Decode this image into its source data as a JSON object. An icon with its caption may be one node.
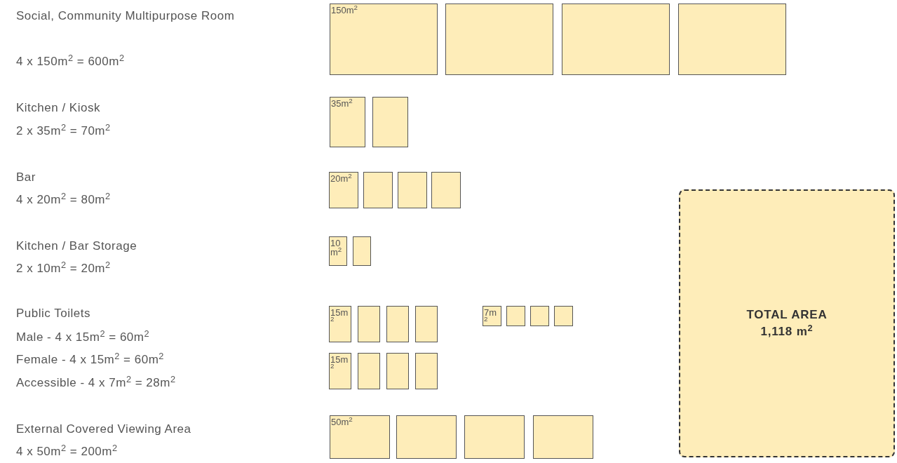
{
  "diagram": {
    "nodes": [
      {
        "text": [
          "150m$^{2}$"
        ]
      },
      {
        "text": [],
        "shape": "box"
      },
      {
        "text": [],
        "shape": "box"
      },
      {
        "text": [],
        "shape": "box"
      },
      {
        "text": [
          "35m$^{2}$"
        ]
      },
      {
        "text": [],
        "shape": "box"
      },
      {
        "text": [
          "20m$^{2}$"
        ]
      },
      {
        "text": [],
        "shape": "box"
      },
      {
        "text": [],
        "shape": "box"
      },
      {
        "text": [],
        "shape": "box"
      },
      {
        "text": [
          "10m$^{2}$"
        ]
      },
      {
        "text": [],
        "shape": "box"
      },
      {
        "text": [
          "15m$^{2}$"
        ]
      },
      {
        "text": [],
        "shape": "box"
      },
      {
        "text": [],
        "shape": "box"
      },
      {
        "text": [],
        "shape": "box"
      },
      {
        "text": [
          "7m$^{2}$"
        ]
      },
      {
        "text": [],
        "shape": "box"
      },
      {
        "text": [],
        "shape": "box"
      },
      {
        "text": [],
        "shape": "box"
      },
      {
        "text": [
          "15m$^{2}$"
        ]
      },
      {
        "text": [],
        "shape": "box"
      },
      {
        "text": [],
        "shape": "box"
      },
      {
        "text": [],
        "shape": "box"
      },
      {
        "text": [
          "50m$^{2}$"
        ]
      },
      {
        "text": [],
        "shape": "box"
      },
      {
        "text": [],
        "shape": "box"
      },
      {
        "text": [],
        "shape": "box"
      },
      {
        "text": [
          "TOTAL AREA",
          "1,118 m$^{2}$"
        ]
      }
    ],
    "labels": [
      "Social, Community Multipurpose Room",
      "4 x 150m$^{2}$ = 600m$^{2}$",
      "Kitchen / Kiosk",
      "2 x 35m$^{2}$ = 70m$^{2}$",
      "Bar",
      "4 x 20m$^{2}$ = 80m$^{2}$",
      "Kitchen / Bar Storage",
      "2 x 10m$^{2}$ = 20m$^{2}$",
      "Public Toilets",
      "Male - 4 x 15m$^{2}$ = 60m$^{2}$",
      "Female - 4 x 15m$^{2}$ = 60m$^{2}$",
      "Accessible - 4 x 7m$^{2}$ = 28m$^{2}$",
      "External Covered Viewing Area",
      "4 x 50m$^{2}$ = 200m$^{2}$"
    ]
  }
}
